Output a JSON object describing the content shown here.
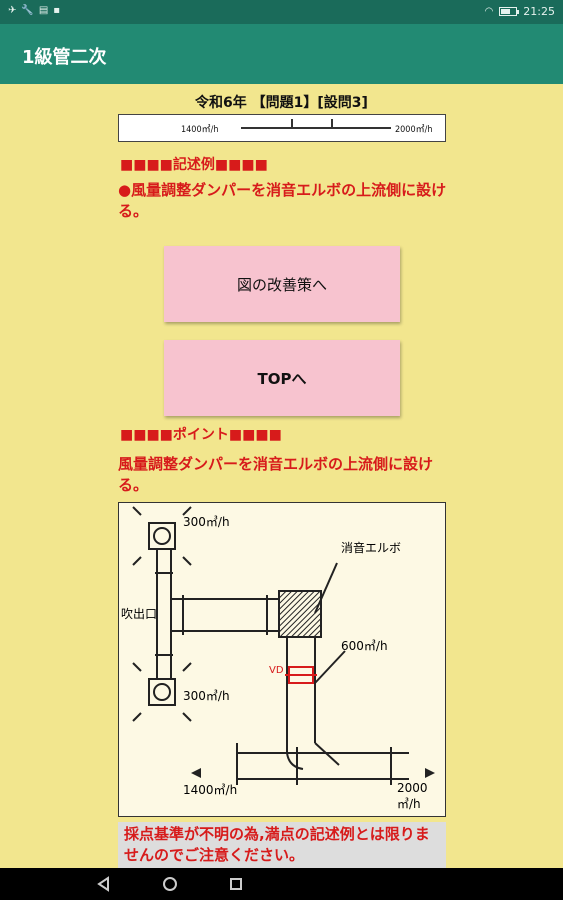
{
  "status_bar": {
    "left_icons": [
      "signal-icon",
      "wrench-icon",
      "sim-icon",
      "app-icon"
    ],
    "time": "21:25",
    "battery_level": 0.6
  },
  "app_bar": {
    "title": "1級管二次"
  },
  "content": {
    "heading": "令和6年 【問題1】[設問3]",
    "top_strip": {
      "left_label": "1400㎥/h",
      "right_label": "2000㎥/h"
    },
    "example_header": "■■■■記述例■■■■",
    "example_text": "●風量調整ダンパーを消音エルボの上流側に設ける。",
    "button_improve": "図の改善策へ",
    "button_top": "TOPへ",
    "point_header": "■■■■ポイント■■■■",
    "point_text": "風量調整ダンパーを消音エルボの上流側に設ける。",
    "diagram": {
      "label_outlet": "吹出口",
      "label_elbow": "消音エルボ",
      "label_vd": "VD",
      "label_top_flow": "300㎥/h",
      "label_bottom_flow": "300㎥/h",
      "label_main_flow": "600㎥/h",
      "label_left_duct": "1400㎥/h",
      "label_right_duct": "2000㎥/h"
    },
    "note": "採点基準が不明の為,満点の記述例とは限りませんのでご注意ください。"
  },
  "nav_bar": {
    "buttons": [
      "back-icon",
      "home-icon",
      "recents-icon"
    ]
  },
  "colors": {
    "status_bar": "#1a6b5a",
    "app_bar": "#228a73",
    "background": "#f2e68e",
    "button": "#f7c3cf",
    "accent_red": "#d71b1b"
  }
}
